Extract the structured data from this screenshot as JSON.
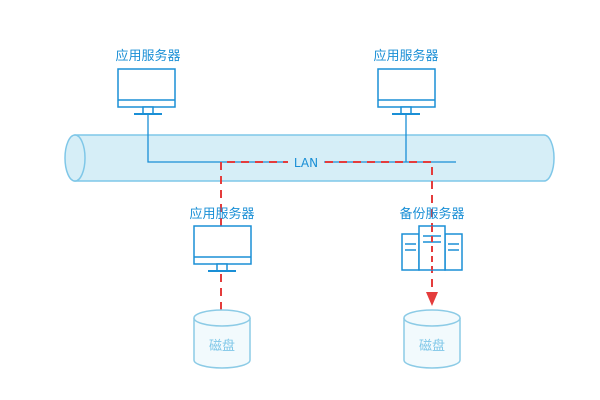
{
  "nodes": {
    "app_server_top_left": {
      "label": "应用服务器"
    },
    "app_server_top_right": {
      "label": "应用服务器"
    },
    "app_server_bottom": {
      "label": "应用服务器"
    },
    "backup_server": {
      "label": "备份服务器"
    },
    "disk_left": {
      "label": "磁盘"
    },
    "disk_right": {
      "label": "磁盘"
    }
  },
  "network": {
    "label": "LAN"
  },
  "colors": {
    "stroke": "#1a8fd6",
    "pipe_fill": "#d6eef7",
    "pipe_stroke": "#7fc7e8",
    "data_path": "#e43c3c",
    "disk_stroke": "#8ccbe6",
    "disk_fill": "#f2fafd",
    "disk_text": "#7fc7e8"
  }
}
